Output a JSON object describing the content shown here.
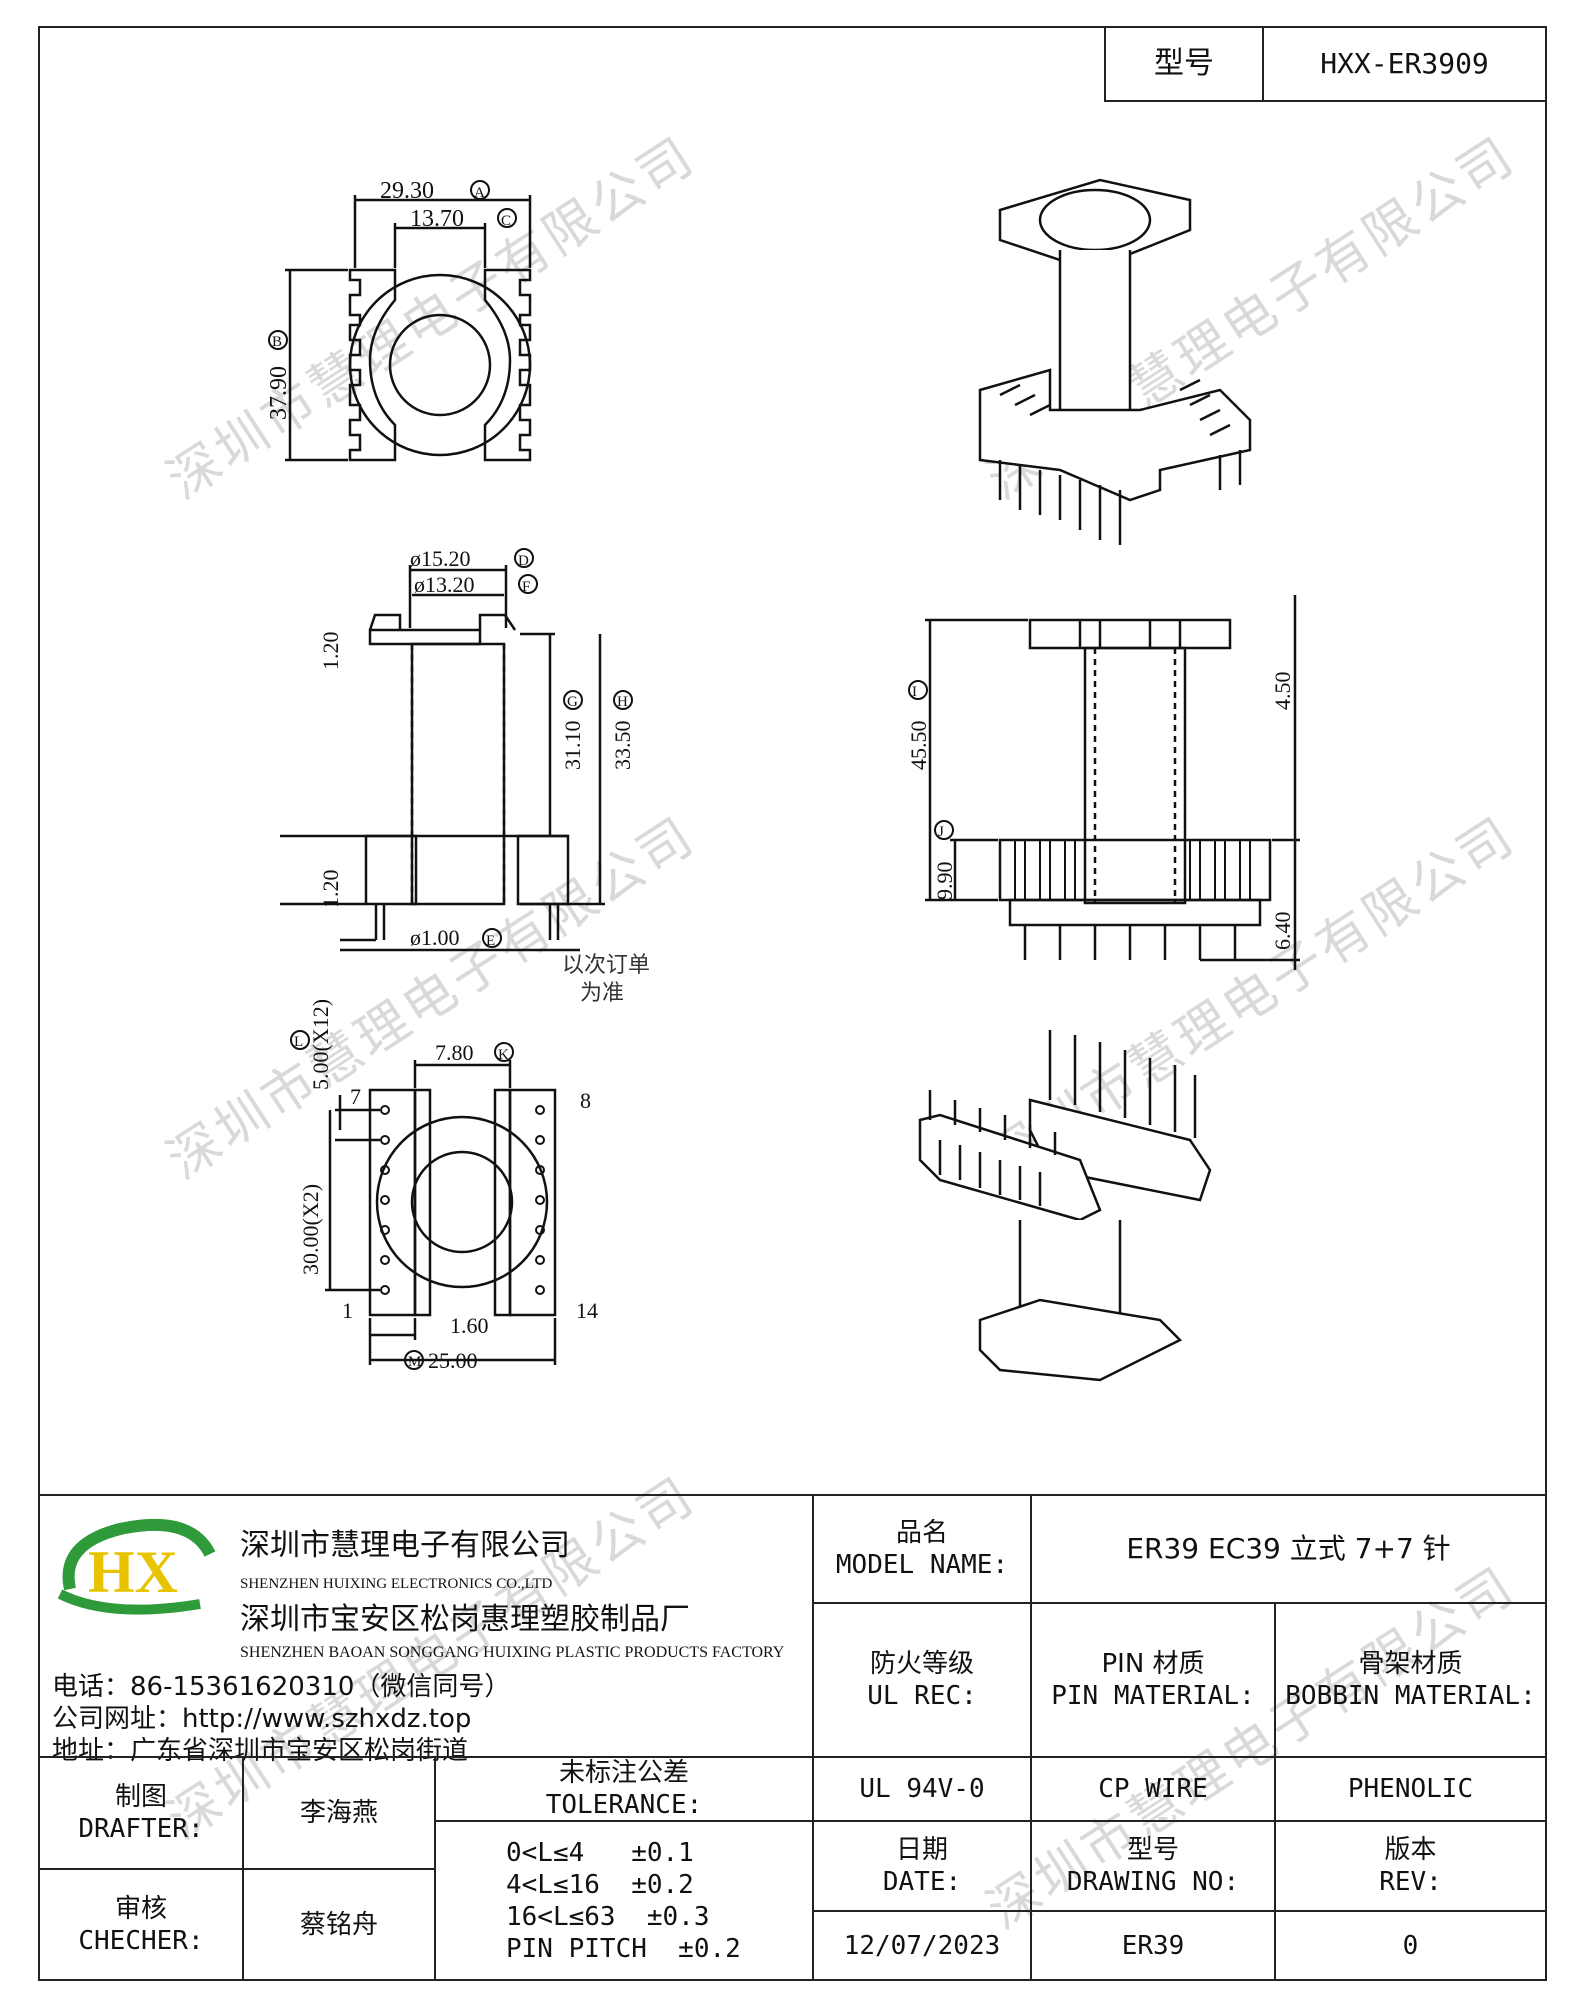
{
  "model_box": {
    "label": "型号",
    "value": "HXX-ER3909"
  },
  "watermark": "深圳市慧理电子有限公司",
  "dimensions": {
    "top_view": {
      "width_outer": "29.30",
      "width_inner": "13.70",
      "height": "37.90",
      "outer_mark": "A",
      "inner_mark": "C",
      "height_mark": "B"
    },
    "front_view": {
      "d_outer": "ø15.20",
      "d_inner": "ø13.20",
      "flange": "1.20",
      "body": "31.10",
      "total": "33.50",
      "base": "1.20",
      "pin_d": "ø1.00",
      "d_outer_mark": "D",
      "d_inner_mark": "F",
      "pin_mark": "E",
      "body_mark": "G",
      "total_mark": "H"
    },
    "side_view": {
      "height": "45.50",
      "base_height": "9.90",
      "top_gap": "4.50",
      "pin_length": "6.40",
      "height_mark": "I",
      "base_mark": "J"
    },
    "bottom_view": {
      "pitch": "5.00(X12)",
      "rows": "30.00(X2)",
      "slot": "7.80",
      "pin_offset": "1.60",
      "base_width": "25.00",
      "pin7": "7",
      "pin8": "8",
      "pin1": "1",
      "pin14": "14",
      "slot_mark": "K",
      "base_mark": "M",
      "pitch_mark": "L"
    },
    "note_line1": "以次订单",
    "note_line2": "为准"
  },
  "company": {
    "name_cn": "深圳市慧理电子有限公司",
    "name_en": "SHENZHEN HUIXING ELECTRONICS CO.,LTD",
    "factory_cn": "深圳市宝安区松岗惠理塑胶制品厂",
    "factory_en": "SHENZHEN BAOAN SONGGANG HUIXING PLASTIC PRODUCTS FACTORY",
    "phone": "电话：86-15361620310（微信同号）",
    "website": "公司网址：http://www.szhxdz.top",
    "address": "地址：广东省深圳市宝安区松岗街道",
    "logo_text": "HX",
    "colors": {
      "logo_green": "#2e9a3a",
      "logo_yellow": "#e8c400"
    }
  },
  "title_block": {
    "model_name_cn": "品名",
    "model_name_en": "MODEL NAME:",
    "model_name_value": "ER39 EC39 立式 7+7 针",
    "ul_cn": "防火等级",
    "ul_en": "UL REC:",
    "pin_material_cn": "PIN 材质",
    "pin_material_en": "PIN MATERIAL:",
    "bobbin_material_cn": "骨架材质",
    "bobbin_material_en": "BOBBIN MATERIAL:",
    "ul_value": "UL 94V-0",
    "pin_value": "CP WIRE",
    "bobbin_value": "PHENOLIC",
    "date_cn": "日期",
    "date_en": "DATE:",
    "drawing_cn": "型号",
    "drawing_en": "DRAWING NO:",
    "rev_cn": "版本",
    "rev_en": "REV:",
    "date_value": "12/07/2023",
    "drawing_value": "ER39",
    "rev_value": "0",
    "drafter_cn": "制图",
    "drafter_en": "DRAFTER:",
    "drafter_value": "李海燕",
    "checker_cn": "审核",
    "checker_en": "CHECHER:",
    "checker_value": "蔡铭舟",
    "tolerance_cn": "未标注公差",
    "tolerance_en": "TOLERANCE:",
    "tolerance_lines": [
      "0<L≤4   ±0.1",
      "4<L≤16  ±0.2",
      "16<L≤63  ±0.3",
      "PIN PITCH  ±0.2"
    ]
  }
}
